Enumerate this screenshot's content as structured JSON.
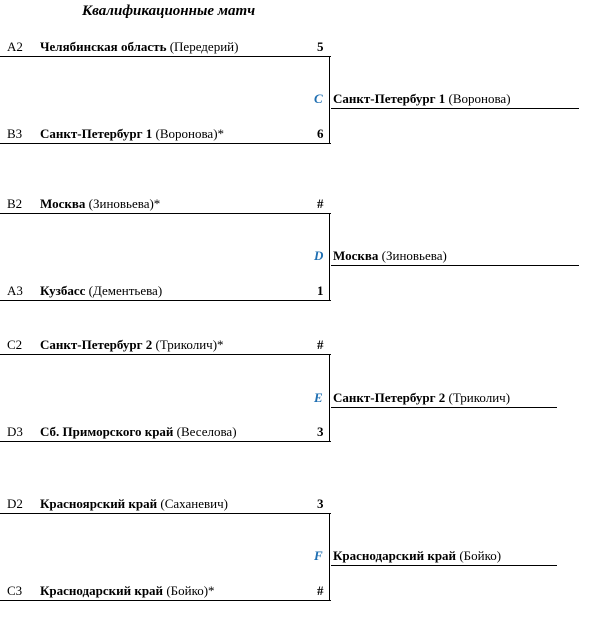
{
  "header": {
    "title": "Квалификационные матч"
  },
  "matches": [
    {
      "letter": "C",
      "top": {
        "seed": "A2",
        "region": "Челябинская область",
        "coach": " (Передерий)",
        "score": "5"
      },
      "bottom": {
        "seed": "B3",
        "region": "Санкт-Петербург 1",
        "coach": " (Воронова)*",
        "score": "6"
      },
      "winner": {
        "region": "Санкт-Петербург 1",
        "coach": " (Воронова)"
      }
    },
    {
      "letter": "D",
      "top": {
        "seed": "B2",
        "region": "Москва",
        "coach": " (Зиновьева)*",
        "score": "#"
      },
      "bottom": {
        "seed": "A3",
        "region": "Кузбасс",
        "coach": " (Дементьева)",
        "score": "1"
      },
      "winner": {
        "region": "Москва",
        "coach": " (Зиновьева)"
      }
    },
    {
      "letter": "E",
      "top": {
        "seed": "C2",
        "region": "Санкт-Петербург 2",
        "coach": " (Триколич)*",
        "score": "#"
      },
      "bottom": {
        "seed": "D3",
        "region": "Сб. Приморского край",
        "coach": " (Веселова)",
        "score": "3"
      },
      "winner": {
        "region": "Санкт-Петербург 2",
        "coach": " (Триколич)"
      }
    },
    {
      "letter": "F",
      "top": {
        "seed": "D2",
        "region": "Красноярский край",
        "coach": " (Саханевич)",
        "score": "3"
      },
      "bottom": {
        "seed": "C3",
        "region": "Краснодарский край",
        "coach": " (Бойко)*",
        "score": "#"
      },
      "winner": {
        "region": "Краснодарский край",
        "coach": " (Бойко)"
      }
    }
  ]
}
